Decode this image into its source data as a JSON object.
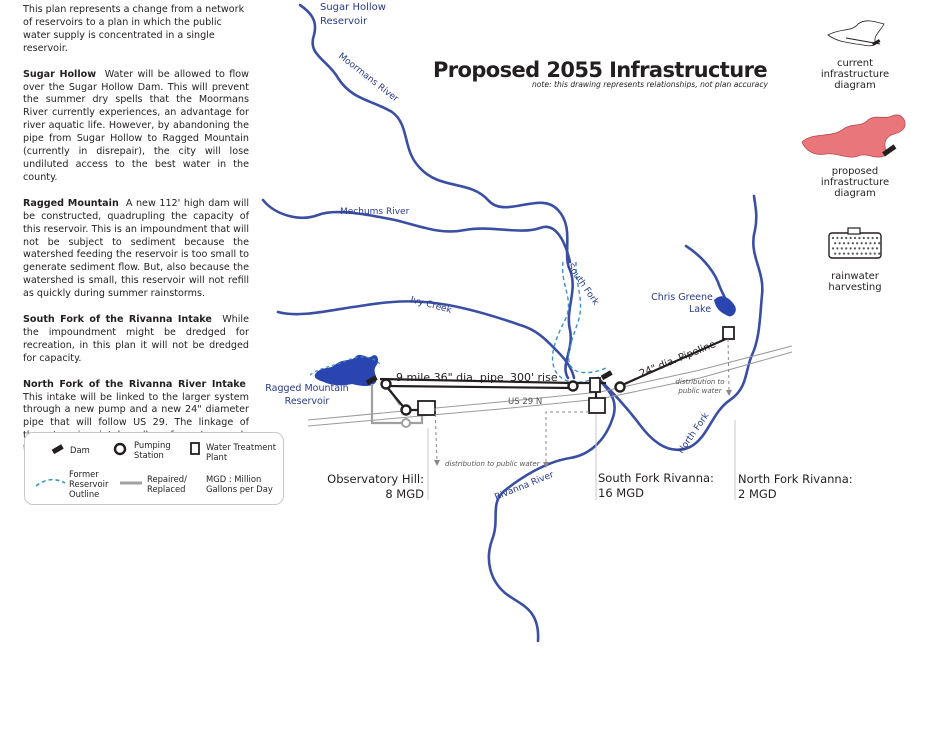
{
  "intro": "This plan represents a change from a network of reservoirs to a plan in which the public water supply is concentrated in a single reservoir.",
  "sections": [
    {
      "heading": "Sugar Hollow",
      "body": "Water will be allowed to flow over the Sugar Hollow Dam. This will prevent the summer dry spells that the Moormans River currently experiences, an advantage for river aquatic life. However, by abandoning the pipe from Sugar Hollow to Ragged Mountain (currently in disrepair), the city will lose undiluted access to the best water in the county."
    },
    {
      "heading": "Ragged Mountain",
      "body": "A new 112' high dam will be constructed, quadrupling the capacity of this reservoir. This is an impoundment that will not be subject to sediment because the watershed feeding the reservoir is too small to generate sediment flow. But, also because the watershed is small, this reservoir will not refill as quickly during summer rainstorms."
    },
    {
      "heading": "South Fork of the Rivanna Intake",
      "body": "While the impoundment might be dredged for recreation, in this plan it will not be dredged for capacity."
    },
    {
      "heading": "North Fork of the Rivanna River Intake",
      "body": "This intake will be linked to the larger system through a new pump and a new 24\" diameter pipe that will follow US 29. The linkage of these two river intakes allows for water supply to be transferred between the two areas."
    }
  ],
  "title": "Proposed 2055 Infrastructure",
  "note": "note: this drawing represents relationships, not plan accuracy",
  "map_labels": {
    "sugar_hollow": [
      "Sugar Hollow",
      "Reservoir"
    ],
    "moormans": "Moormans River",
    "mechums": "Mechums River",
    "ivy_creek": "Ivy Creek",
    "south_fork": "South Fork",
    "chris_greene": [
      "Chris Greene",
      "Lake"
    ],
    "ragged_mountain": [
      "Ragged Mountain",
      "Reservoir"
    ],
    "pipe_9mile": "9 mile 36\" dia. pipe",
    "rise": "300' rise",
    "pipeline_24": "24\" dia. Pipeline",
    "us29": "US 29 N",
    "dist_right": [
      "distribution to",
      "public water"
    ],
    "dist_bottom": "distribution to public water",
    "north_fork": "North Fork",
    "rivanna": "Rivanna River"
  },
  "capacities": [
    {
      "name": "Observatory Hill:",
      "value": "8 MGD"
    },
    {
      "name": "South Fork Rivanna:",
      "value": "16 MGD"
    },
    {
      "name": "North Fork Rivanna:",
      "value": "2 MGD"
    }
  ],
  "legend": {
    "dam": "Dam",
    "pumping": [
      "Pumping",
      "Station"
    ],
    "plant": [
      "Water Treatment",
      "Plant"
    ],
    "former": [
      "Former",
      "Reservoir",
      "Outline"
    ],
    "repaired": [
      "Repaired/",
      "Replaced"
    ],
    "mgd": [
      "MGD : Million",
      "Gallons per Day"
    ]
  },
  "side_diagrams": {
    "current": [
      "current",
      "infrastructure",
      "diagram"
    ],
    "proposed": [
      "proposed",
      "infrastructure",
      "diagram"
    ],
    "rainwater": [
      "rainwater",
      "harvesting"
    ]
  },
  "colors": {
    "river": "#3a4fa3",
    "former_outline": "#3a8fd0",
    "reservoir": "#2a45b0",
    "pipe": "#231f20",
    "repaired": "#a0a0a0",
    "proposed_fill": "#e8767a"
  }
}
